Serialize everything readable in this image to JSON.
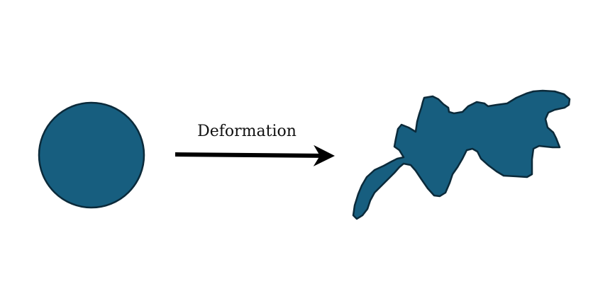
{
  "diagram": {
    "arrow_label": "Deformation",
    "colors": {
      "shape_fill": "#175E7F",
      "shape_stroke": "#0B2A3A",
      "arrow": "#000000"
    },
    "nodes": [
      {
        "name": "circle",
        "shape": "circle"
      },
      {
        "name": "deformed-blob",
        "shape": "irregular"
      }
    ],
    "edges": [
      {
        "from": "circle",
        "to": "deformed-blob",
        "label_ref": "arrow_label"
      }
    ]
  }
}
